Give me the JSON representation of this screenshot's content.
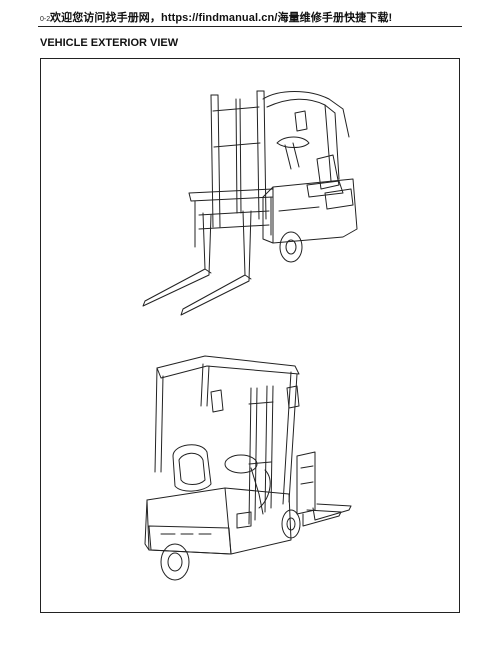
{
  "header": {
    "page_number": "0-2",
    "watermark": "欢迎您访问找手册网，https://findmanual.cn/海量维修手册快捷下载!"
  },
  "section_title": "VEHICLE EXTERIOR VIEW",
  "figures": [
    {
      "name": "forklift-front-view"
    },
    {
      "name": "forklift-rear-view"
    }
  ]
}
